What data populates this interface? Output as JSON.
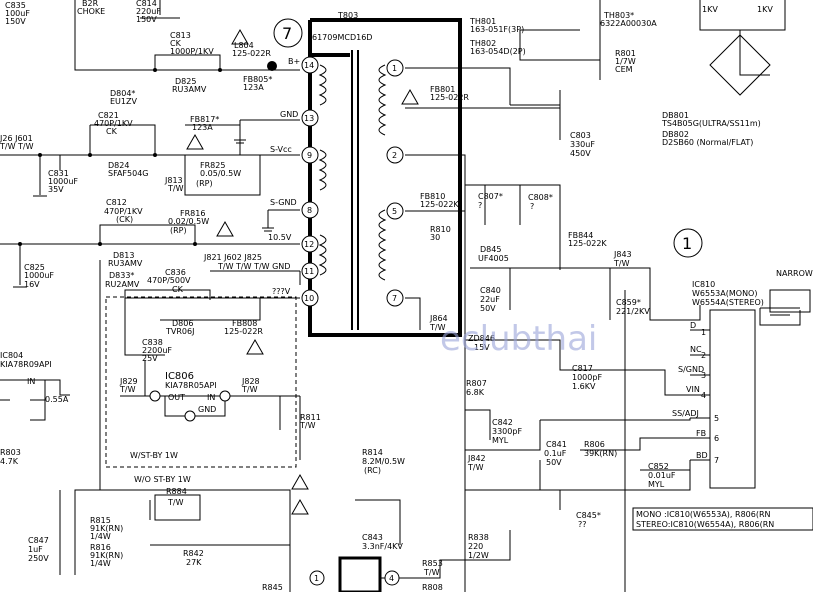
{
  "watermark": "eclubthai",
  "circles": {
    "c7": "7",
    "c1": "1"
  },
  "transformer": {
    "ref": "T803",
    "part": "61709MCD16D",
    "left_pins": [
      "14",
      "13",
      "9",
      "8",
      "12",
      "11",
      "10"
    ],
    "right_pins": [
      "1",
      "2",
      "5",
      "7"
    ]
  },
  "nets": {
    "bplus": "B+",
    "gnd": "GND",
    "svcc": "S-Vcc",
    "sgnd": "S-GND",
    "v105": "10.5V",
    "tw": "T/W",
    "tw_gnd": "T/W T/W T/W GND",
    "vq": "???V"
  },
  "labels": {
    "top_left_1": "C835",
    "top_left_2": "100uF",
    "top_left_3": "150V",
    "b2r": "B2R",
    "choke": "CHOKE",
    "c814a": "C814",
    "c814b": "220uF",
    "c814c": "150V",
    "c813a": "C813",
    "c813b": "CK",
    "c813c": "1000P/1KV",
    "d825a": "D825",
    "d825b": "RU3AMV",
    "l804a": "L804",
    "l804b": "125-022R",
    "fb805a": "FB805*",
    "fb805b": "123A",
    "d804a": "D804*",
    "d804b": "EU1ZV",
    "c821a": "C821",
    "c821b": "470P/1KV",
    "c821c": "CK",
    "fb817a": "FB817*",
    "fb817b": "123A",
    "d824a": "D824",
    "d824b": "SFAF504G",
    "fr825a": "FR825",
    "fr825b": "0.05/0.5W",
    "fr825c": "(RP)",
    "j813": "J813",
    "j813b": "T/W",
    "c812a": "C812",
    "c812b": "470P/1KV",
    "c812c": "(CK)",
    "fr816a": "FR816",
    "fr816b": "0.02/0.5W",
    "fr816c": "(RP)",
    "d813a": "D813",
    "d813b": "RU3AMV",
    "d833a": "D833*",
    "d833b": "RU2AMV",
    "c836a": "C836",
    "c836b": "470P/500V",
    "c836c": "CK",
    "j821": "J821 J602 J825",
    "d806a": "D806",
    "d806b": "TVR06J",
    "fb808a": "FB808",
    "fb808b": "125-022R",
    "c838a": "C838",
    "c838b": "2200uF",
    "c838c": "25V",
    "ic806": "IC806",
    "ic806b": "KIA78R05API",
    "j829": "J829",
    "j828": "J828",
    "out": "OUT",
    "gnd2": "GND",
    "in": "IN",
    "r811a": "R811",
    "r811b": "T/W",
    "wstby": "W/ST-BY 1W",
    "ic804a": "IC804",
    "ic804b": "KIA78R09API",
    "in1": "IN",
    "a055": "0.55A",
    "r803a": "R803",
    "r803b": "4.7K",
    "j601": "J26 J601",
    "j601b": "T/W T/W",
    "c831a": "C831",
    "c831b": "1000uF",
    "c831c": "35V",
    "c825a": "C825",
    "c825b": "1000uF",
    "c825c": "16V",
    "wo": "W/O ST-BY 1W",
    "r884a": "R884",
    "r884b": "T/W",
    "r815a": "R815",
    "r815b": "91K(RN)",
    "r815c": "1/4W",
    "r816a": "R816",
    "r816b": "91K(RN)",
    "r816c": "1/4W",
    "c847a": "C847",
    "c847b": "1uF",
    "c847c": "250V",
    "r842a": "R842",
    "r842b": "27K",
    "r845": "R845",
    "r814a": "R814",
    "r814b": "8.2M/0.5W",
    "r814c": "(RC)",
    "c843a": "C843",
    "c843b": "3.3nF/4KV",
    "r853a": "R853",
    "r853b": "T/W",
    "r808": "R808",
    "th801a": "TH801",
    "th801b": "163-051F(3P)",
    "th802a": "TH802",
    "th802b": "163-054D(2P)",
    "th803a": "TH803*",
    "th803b": "6322A00030A",
    "r801a": "R801",
    "r801b": "1/7W",
    "r801c": "CEM",
    "kv1": "1KV",
    "kv2": "1KV",
    "db801a": "DB801",
    "db801b": "TS4B05G(ULTRA/SS11m)",
    "db802a": "DB802",
    "db802b": "D2SB60 (Normal/FLAT)",
    "fb801a": "FB801",
    "fb801b": "125-022R",
    "c803a": "C803",
    "c803b": "330uF",
    "c803c": "450V",
    "fb810a": "FB810",
    "fb810b": "125-022K",
    "c807a": "C807*",
    "c807b": "?",
    "c808a": "C808*",
    "c808b": "?",
    "r810a": "R810",
    "r810b": "30",
    "d845a": "D845",
    "d845b": "UF4005",
    "fb844a": "FB844",
    "fb844b": "125-022K",
    "j843a": "J843",
    "j843b": "T/W",
    "c840a": "C840",
    "c840b": "22uF",
    "c840c": "50V",
    "c859a": "C859*",
    "c859b": "221/2KV",
    "j864a": "J864",
    "j864b": "T/W",
    "zd846a": "ZD846",
    "zd846b": "15V",
    "c817a": "C817",
    "c817b": "1000pF",
    "c817c": "1.6KV",
    "r807a": "R807",
    "r807b": "6.8K",
    "c842a": "C842",
    "c842b": "3300pF",
    "c842c": "MYL",
    "c841a": "C841",
    "c841b": "0.1uF",
    "c841c": "50V",
    "r806a": "R806",
    "r806b": "39K(RN)",
    "j842a": "J842",
    "j842b": "T/W",
    "c852a": "C852",
    "c852b": "0.01uF",
    "c852c": "MYL",
    "c845a": "C845*",
    "c845b": "??",
    "r838a": "R838",
    "r838b": "220",
    "r838c": "1/2W",
    "narrow": "NARROW",
    "ic810a": "IC810",
    "ic810b": "W6553A(MONO)",
    "ic810c": "W6554A(STEREO)",
    "pinD": "D",
    "pinNC": "NC",
    "pinSG": "S/GND",
    "pinVIN": "VIN",
    "pinSS": "SS/ADJ",
    "pinFB": "FB",
    "pinBD": "BD",
    "mono": "MONO :IC810(W6553A), R806(RN",
    "stereo": "STEREO:IC810(W6554A), R806(RN"
  }
}
